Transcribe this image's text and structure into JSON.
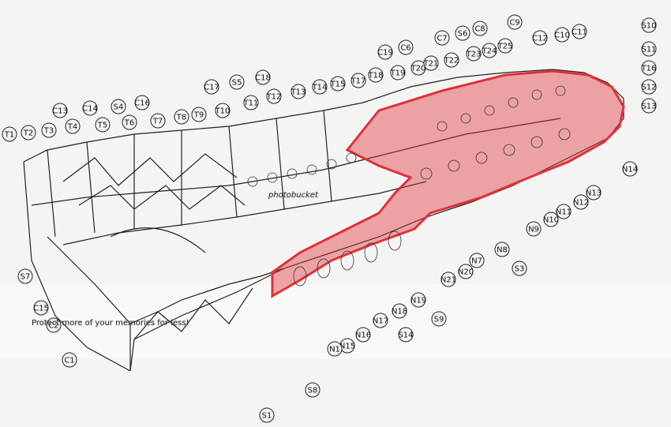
{
  "callouts": {
    "left_top": [
      "T1",
      "T2",
      "T3",
      "T4",
      "C13",
      "C14",
      "T5",
      "S4",
      "T6",
      "C16",
      "T7",
      "T8",
      "T9",
      "C17",
      "T10",
      "S5",
      "T11",
      "C18",
      "T12",
      "T13",
      "T14",
      "T15",
      "T17",
      "T18",
      "C19",
      "T19",
      "C6",
      "T20",
      "T21",
      "C7",
      "T22",
      "S6",
      "T23",
      "C8",
      "T24",
      "C9",
      "T25",
      "C12",
      "C10",
      "C11"
    ],
    "right_side": [
      "S10",
      "S11",
      "T16",
      "S12",
      "S13",
      "N14",
      "N13",
      "N12",
      "N11",
      "N10",
      "N9",
      "N8",
      "N7",
      "S3",
      "N21",
      "N20",
      "N19",
      "N18",
      "S9",
      "N17",
      "N16",
      "S14",
      "N15",
      "N1",
      "S8",
      "S1",
      "C15",
      "C2",
      "C1",
      "S7"
    ]
  },
  "watermark": {
    "line1": "Protect more of your memories for less!",
    "line2": "photobucket"
  },
  "highlight_color": "#e0303a"
}
